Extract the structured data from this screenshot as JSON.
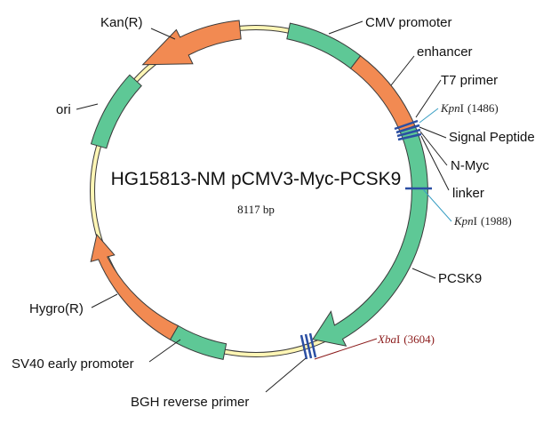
{
  "map": {
    "title": "HG15813-NM pCMV3-Myc-PCSK9",
    "size": "8117 bp"
  },
  "features": {
    "cmv_promoter": "CMV promoter",
    "enhancer": "enhancer",
    "t7_primer": "T7 primer",
    "signal_peptide": "Signal Peptide",
    "n_myc": "N-Myc",
    "linker": "linker",
    "pcsk9": "PCSK9",
    "bgh_reverse_primer": "BGH reverse primer",
    "sv40_early_promoter": "SV40 early promoter",
    "hygro": "Hygro(R)",
    "ori": "ori",
    "kan": "Kan(R)"
  },
  "sites": {
    "kpn1": {
      "enzyme": "Kpn",
      "suffix": "I",
      "position": "(1486)"
    },
    "kpn2": {
      "enzyme": "Kpn",
      "suffix": "I",
      "position": "(1988)"
    },
    "xba": {
      "enzyme": "Xba",
      "suffix": "I",
      "position": "(3604)"
    }
  },
  "colors": {
    "backbone": "#fff6b5",
    "promoter": "#5ec896",
    "resistance": "#f2895e",
    "enhancer": "#f28a52",
    "site_line": "#2b4fa3",
    "xba_text": "#8b1a1a"
  }
}
